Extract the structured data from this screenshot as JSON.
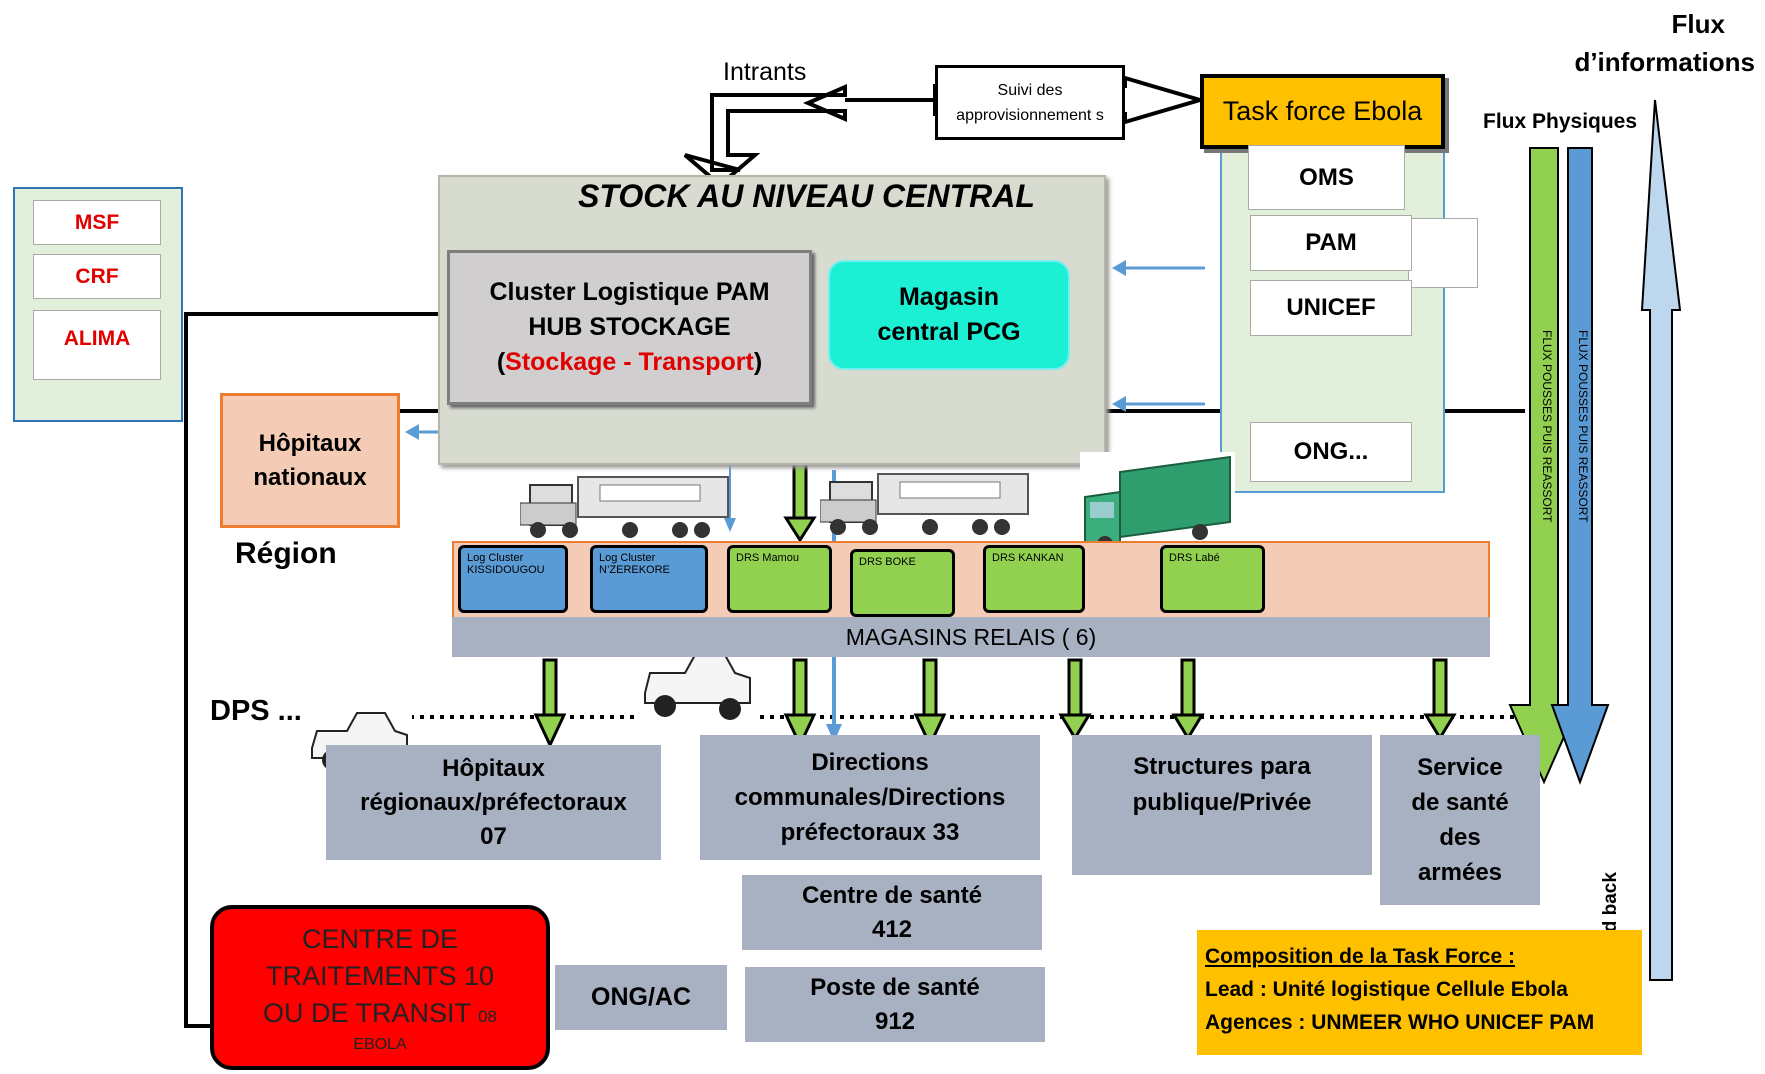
{
  "flux_info": {
    "line1": "Flux",
    "line2": "d’informations"
  },
  "flux_physiques": "Flux Physiques",
  "feedback": "Feed back",
  "flux_pousses_green": "FLUX POUSSES PUIS REASSORT",
  "flux_pousses_blue": "FLUX POUSSES PUIS REASSORT",
  "intrants": "Intrants",
  "suivi": "Suivi des approvisionnement s",
  "task_force": "Task force Ebola",
  "agencies": [
    "OMS",
    "PAM",
    "UNICEF",
    "ONG..."
  ],
  "ngo_partners": [
    "MSF",
    "CRF",
    "ALIMA"
  ],
  "stock_central": "STOCK AU NIVEAU CENTRAL",
  "cluster": {
    "line1": "Cluster Logistique PAM",
    "line2": "HUB STOCKAGE",
    "open": "(",
    "highlight": "Stockage - Transport",
    "close": ")"
  },
  "magasin_central": {
    "line1": "Magasin",
    "line2": "central PCG"
  },
  "hopitaux_nationaux": {
    "line1": "Hôpitaux",
    "line2": "nationaux"
  },
  "region": "Région",
  "dps": "DPS ...",
  "relais": [
    {
      "line1": "Log Cluster",
      "line2": "KISSIDOUGOU",
      "kind": "blue"
    },
    {
      "line1": "Log Cluster",
      "line2": "N’ZEREKORE",
      "kind": "blue"
    },
    {
      "line1": "DRS Mamou",
      "line2": "",
      "kind": "green"
    },
    {
      "line1": "DRS BOKE",
      "line2": "",
      "kind": "green"
    },
    {
      "line1": "DRS KANKAN",
      "line2": "",
      "kind": "green"
    },
    {
      "line1": "DRS Labé",
      "line2": "",
      "kind": "green"
    }
  ],
  "magasins_relais": "MAGASINS RELAIS ( 6)",
  "hopitaux_regionaux": {
    "line1": "Hôpitaux",
    "line2": "régionaux/préfectoraux",
    "line3": "07"
  },
  "directions": {
    "line1": "Directions",
    "line2": "communales/Directions",
    "line3": "préfectoraux 33"
  },
  "structures": {
    "line1": "Structures para",
    "line2": "publique/Privée"
  },
  "service_armees": {
    "line1": "Service",
    "line2": "de santé",
    "line3": "des",
    "line4": "armées"
  },
  "centre_sante": {
    "line1": "Centre de santé",
    "line2": "412"
  },
  "poste_sante": {
    "line1": "Poste de santé",
    "line2": "912"
  },
  "ong_ac": "ONG/AC",
  "centre_traitement": {
    "line1": "CENTRE DE",
    "line2": "TRAITEMENTS 10",
    "line3": "OU DE TRANSIT",
    "small": "08",
    "line4": "EBOLA"
  },
  "composition": {
    "title": "Composition de la Task Force :",
    "lead": "Lead : Unité logistique Cellule Ebola",
    "agences": "Agences : UNMEER WHO UNICEF PAM"
  },
  "colors": {
    "green": "#92d050",
    "blue": "#5b9bd5",
    "orange": "#ffc000",
    "red": "#ff0000",
    "teal": "#1cf0d4",
    "salmon": "#f4cbb5",
    "gray": "#a8b1c2"
  }
}
